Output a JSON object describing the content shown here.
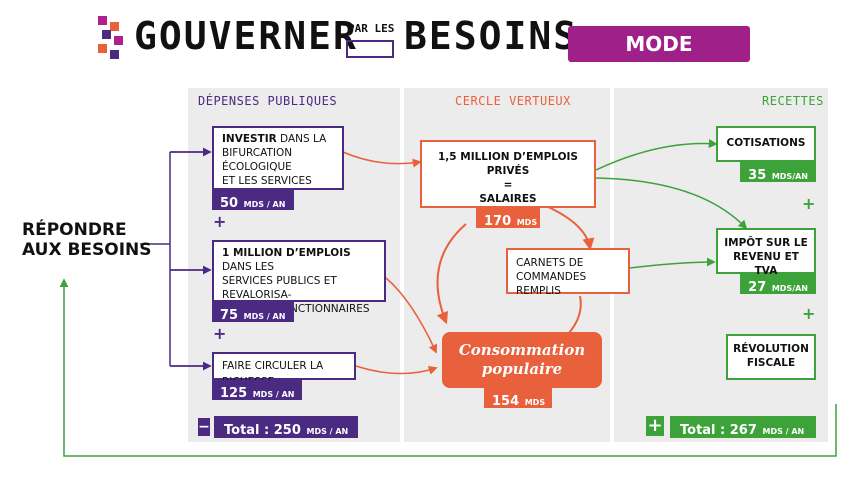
{
  "header": {
    "title_left": "GOUVERNER",
    "title_small": "PAR LES",
    "title_right": "BESOINS",
    "badge": "MODE D’EMPLOI"
  },
  "columns": {
    "depenses": "DÉPENSES PUBLIQUES",
    "cercle": "CERCLE VERTUEUX",
    "recettes": "RECETTES"
  },
  "left_label": {
    "line1": "RÉPONDRE",
    "line2": "AUX BESOINS"
  },
  "depenses": {
    "item1": {
      "bold": "INVESTIR",
      "rest1": " DANS LA",
      "line2": "BIFURCATION ÉCOLOGIQUE",
      "line3": "ET LES SERVICES PUBLICS",
      "amount": "50",
      "unit": "MDS / AN"
    },
    "item2": {
      "bold": "1 MILLION D’EMPLOIS",
      "rest1": " DANS LES",
      "line2": "SERVICES PUBLICS ET REVALORISA-",
      "line3": "TION DES FONCTIONNAIRES",
      "amount": "75",
      "unit": "MDS / AN"
    },
    "item3": {
      "line1": "FAIRE CIRCULER LA RICHESSE",
      "amount": "125",
      "unit": "MDS / AN"
    },
    "plus": "+",
    "total_sign": "−",
    "total_label": "Total : 250",
    "total_unit": "MDS / AN"
  },
  "cercle": {
    "emplois": {
      "line1": "1,5 MILLION D’EMPLOIS PRIVÉS",
      "line2": "=",
      "line3": "SALAIRES",
      "amount": "170",
      "unit": "MDS"
    },
    "carnets": {
      "line1": "CARNETS DE",
      "line2": "COMMANDES REMPLIS"
    },
    "conso": {
      "line1": "Consommation",
      "line2": "populaire",
      "amount": "154",
      "unit": "MDS"
    }
  },
  "recettes": {
    "cotisations": {
      "label": "COTISATIONS",
      "amount": "35",
      "unit": "MDS/AN"
    },
    "impot": {
      "line1": "IMPÔT SUR LE",
      "line2": "REVENU ET TVA",
      "amount": "27",
      "unit": "MDS/AN"
    },
    "revolution": {
      "line1": "RÉVOLUTION",
      "line2": "FISCALE"
    },
    "plus": "+",
    "total_sign": "+",
    "total_label": "Total : 267",
    "total_unit": "MDS / AN"
  },
  "colors": {
    "purple": "#4b2a82",
    "orange": "#e8603c",
    "green": "#3ea23a",
    "magenta": "#b0208a",
    "panel": "#ececec"
  }
}
